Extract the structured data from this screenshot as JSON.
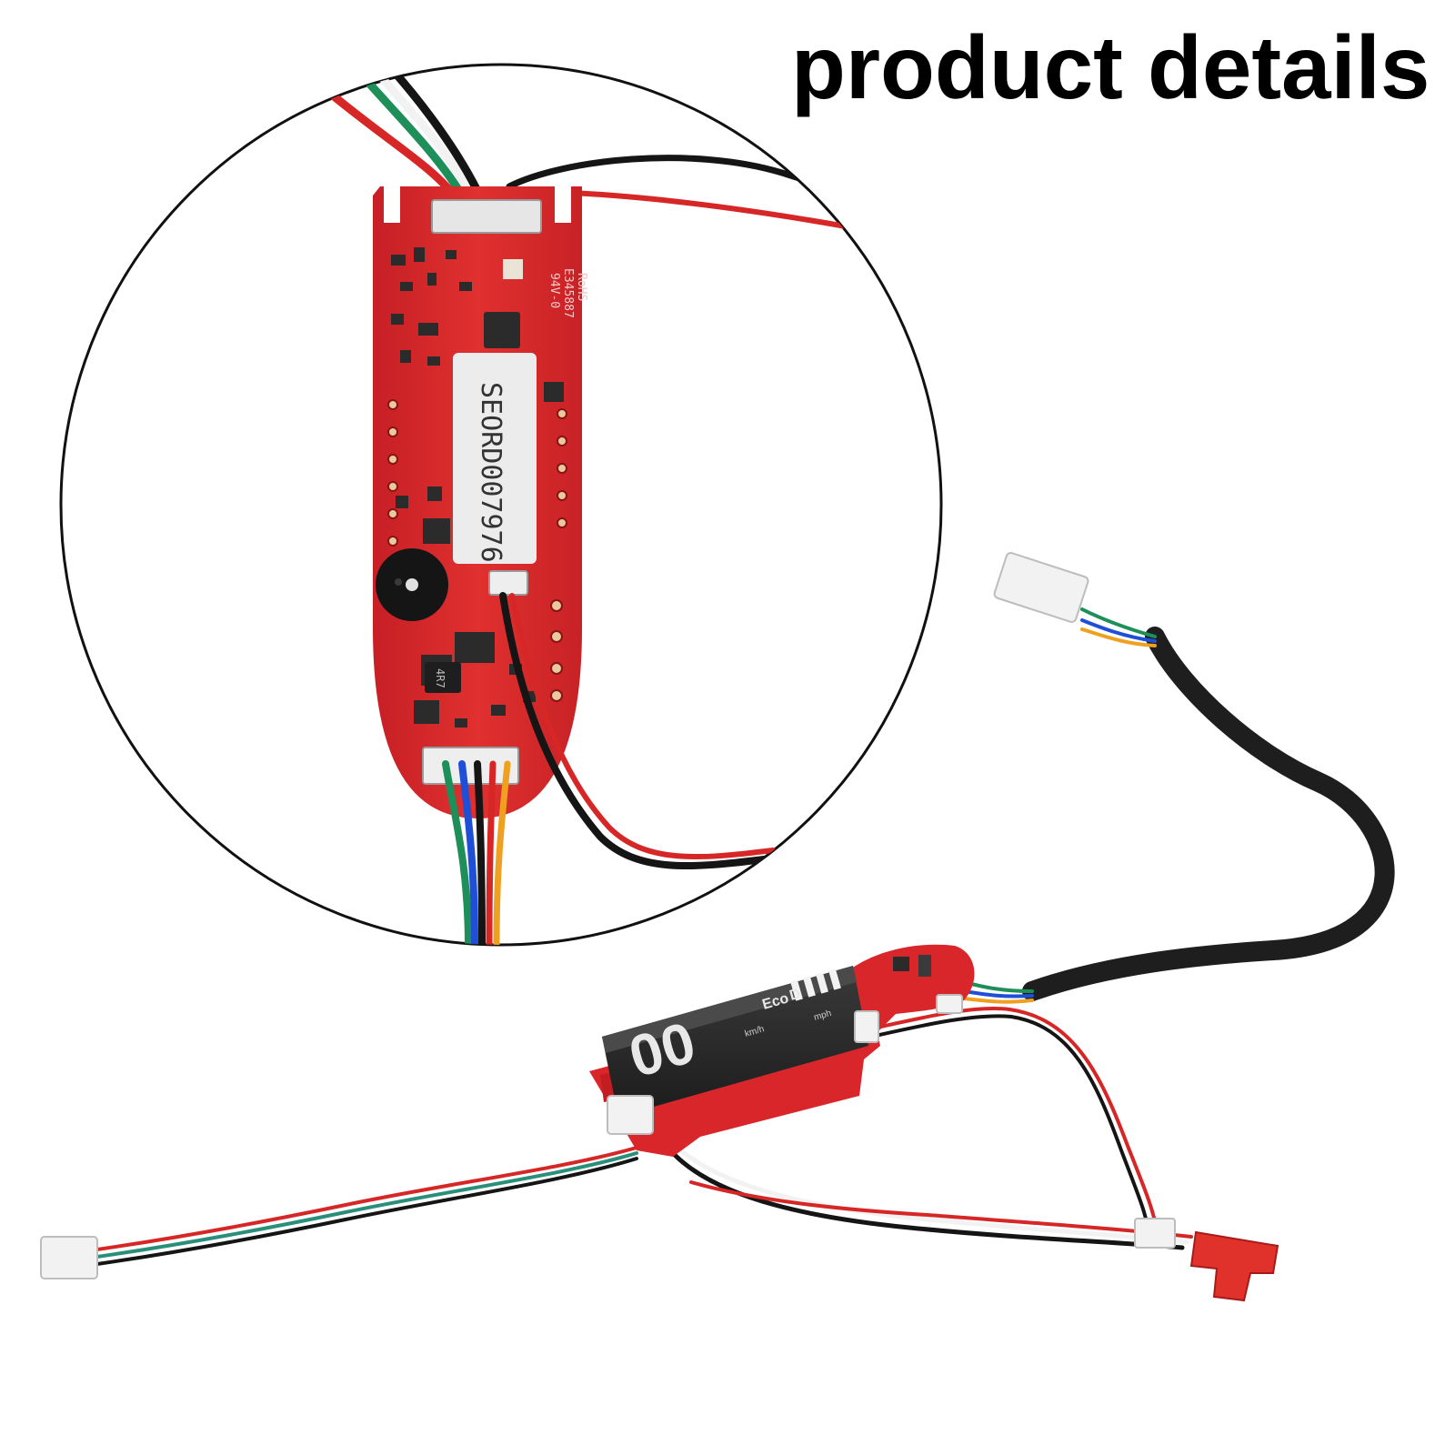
{
  "heading": "product details",
  "pcb": {
    "label_sticker": "SEORD007976",
    "silkscreen": [
      "94V-0",
      "E345887",
      "RoHS"
    ],
    "inductor_mark": "4R7"
  },
  "display": {
    "readout": "00",
    "mode_labels": [
      "Eco",
      "D"
    ],
    "unit_labels": [
      "km/h",
      "mph"
    ]
  },
  "colors": {
    "background": "#ffffff",
    "pcb_red": "#d8262b",
    "sticker": "#ececec",
    "cable": "#1e1e1e"
  }
}
